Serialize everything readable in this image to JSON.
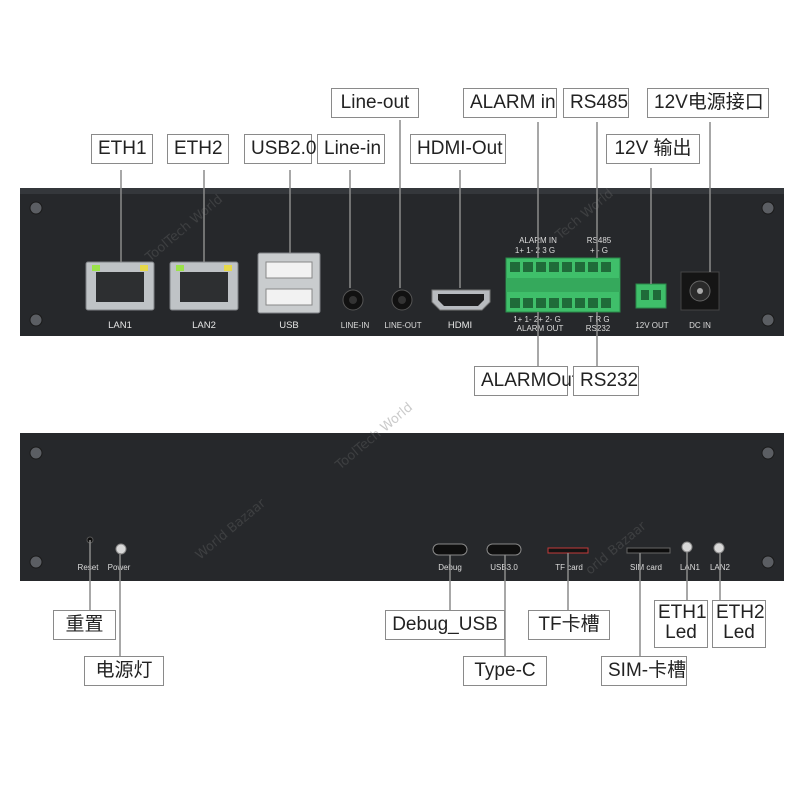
{
  "top_panel": {
    "port_labels": {
      "lan1": "LAN1",
      "lan2": "LAN2",
      "usb": "USB",
      "line_in": "LINE-IN",
      "line_out": "LINE-OUT",
      "hdmi": "HDMI",
      "alarm_in": "ALARM IN",
      "alarm_in_pins": "1+ 1-  2  3  G",
      "rs485": "RS485",
      "rs485_pins": "+  -  G",
      "alarm_out_pins": "1+ 1-  2+ 2-  G",
      "alarm_out": "ALARM OUT",
      "rs232_pins": "T  R  G",
      "rs232": "RS232",
      "out12v": "12V OUT",
      "dc_in": "DC IN"
    },
    "callouts": {
      "eth1": "ETH1",
      "eth2": "ETH2",
      "usb20": "USB2.0",
      "line_in": "Line-in",
      "line_out": "Line-out",
      "hdmi_out": "HDMI-Out",
      "alarm_in": "ALARM in",
      "rs485": "RS485",
      "out12v": "12V 输出",
      "power12v": "12V电源接口",
      "alarm_out": "ALARMOut",
      "rs232": "RS232"
    }
  },
  "bottom_panel": {
    "port_labels": {
      "reset": "Reset",
      "power": "Power",
      "debug": "Debug",
      "usb30": "USB3.0",
      "tf_card": "TF card",
      "sim_card": "SIM card",
      "lan1": "LAN1",
      "lan2": "LAN2"
    },
    "callouts": {
      "reset": "重置",
      "power_led": "电源灯",
      "debug_usb": "Debug_USB",
      "type_c": "Type-C",
      "tf_slot": "TF卡槽",
      "sim_slot": "SIM-卡槽",
      "eth1_led_a": "ETH1",
      "eth1_led_b": "Led",
      "eth2_led_a": "ETH2",
      "eth2_led_b": "Led"
    }
  },
  "watermarks": [
    "ToolTech World",
    "Tech World",
    "ToolTech World",
    "World Bazaar",
    "orld Bazaar"
  ],
  "colors": {
    "panel": "#26282b",
    "terminal_green": "#3fbf6a",
    "led_green": "#9be24a",
    "led_yellow": "#e6d84a",
    "callout_border": "#8a8a8a"
  }
}
